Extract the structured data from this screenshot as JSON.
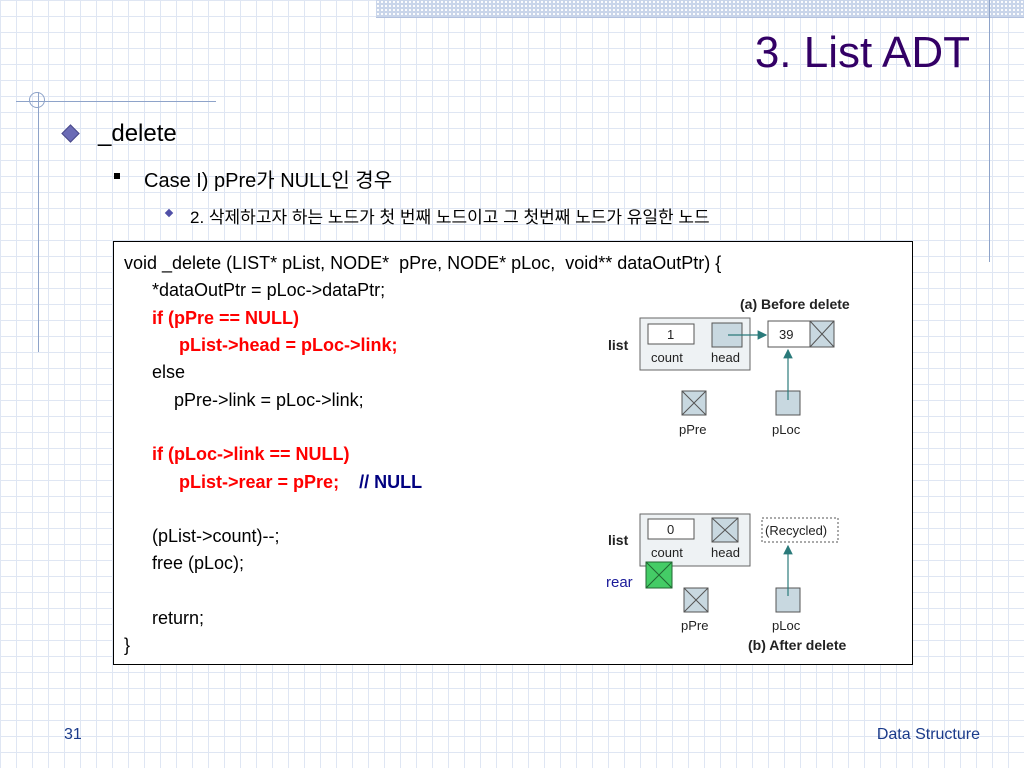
{
  "slide": {
    "title": "3. List ADT",
    "bullet1": "_delete",
    "bullet2": "Case I) pPre가 NULL인 경우",
    "bullet3": "2. 삭제하고자 하는 노드가 첫 번째 노드이고 그 첫번째 노드가 유일한 노드"
  },
  "code": {
    "lines": [
      "void _delete (LIST* pList, NODE*  pPre, NODE* pLoc,  void** dataOutPtr) {",
      "*dataOutPtr = pLoc->dataPtr;",
      "if (pPre == NULL)",
      "pList->head = pLoc->link;",
      "else",
      "pPre->link = pLoc->link;",
      "if (pLoc->link == NULL)",
      "pList->rear = pPre;",
      "// NULL",
      "(pList->count)--;",
      "free (pLoc);",
      "return;",
      "}"
    ]
  },
  "diagram_before": {
    "caption": "(a) Before delete",
    "list_label": "list",
    "count_value": "1",
    "count_label": "count",
    "head_label": "head",
    "node_value": "39",
    "ppre_label": "pPre",
    "ploc_label": "pLoc"
  },
  "diagram_after": {
    "caption": "(b) After delete",
    "list_label": "list",
    "count_value": "0",
    "count_label": "count",
    "head_label": "head",
    "recycled_label": "(Recycled)",
    "rear_label": "rear",
    "ppre_label": "pPre",
    "ploc_label": "pLoc"
  },
  "footer": {
    "page": "31",
    "course": "Data Structure"
  },
  "colors": {
    "title": "#330066",
    "highlight_red": "#ff0000",
    "comment_blue": "#000080",
    "node_fill": "#c8d8e0",
    "rear_fill": "#44cc66"
  }
}
